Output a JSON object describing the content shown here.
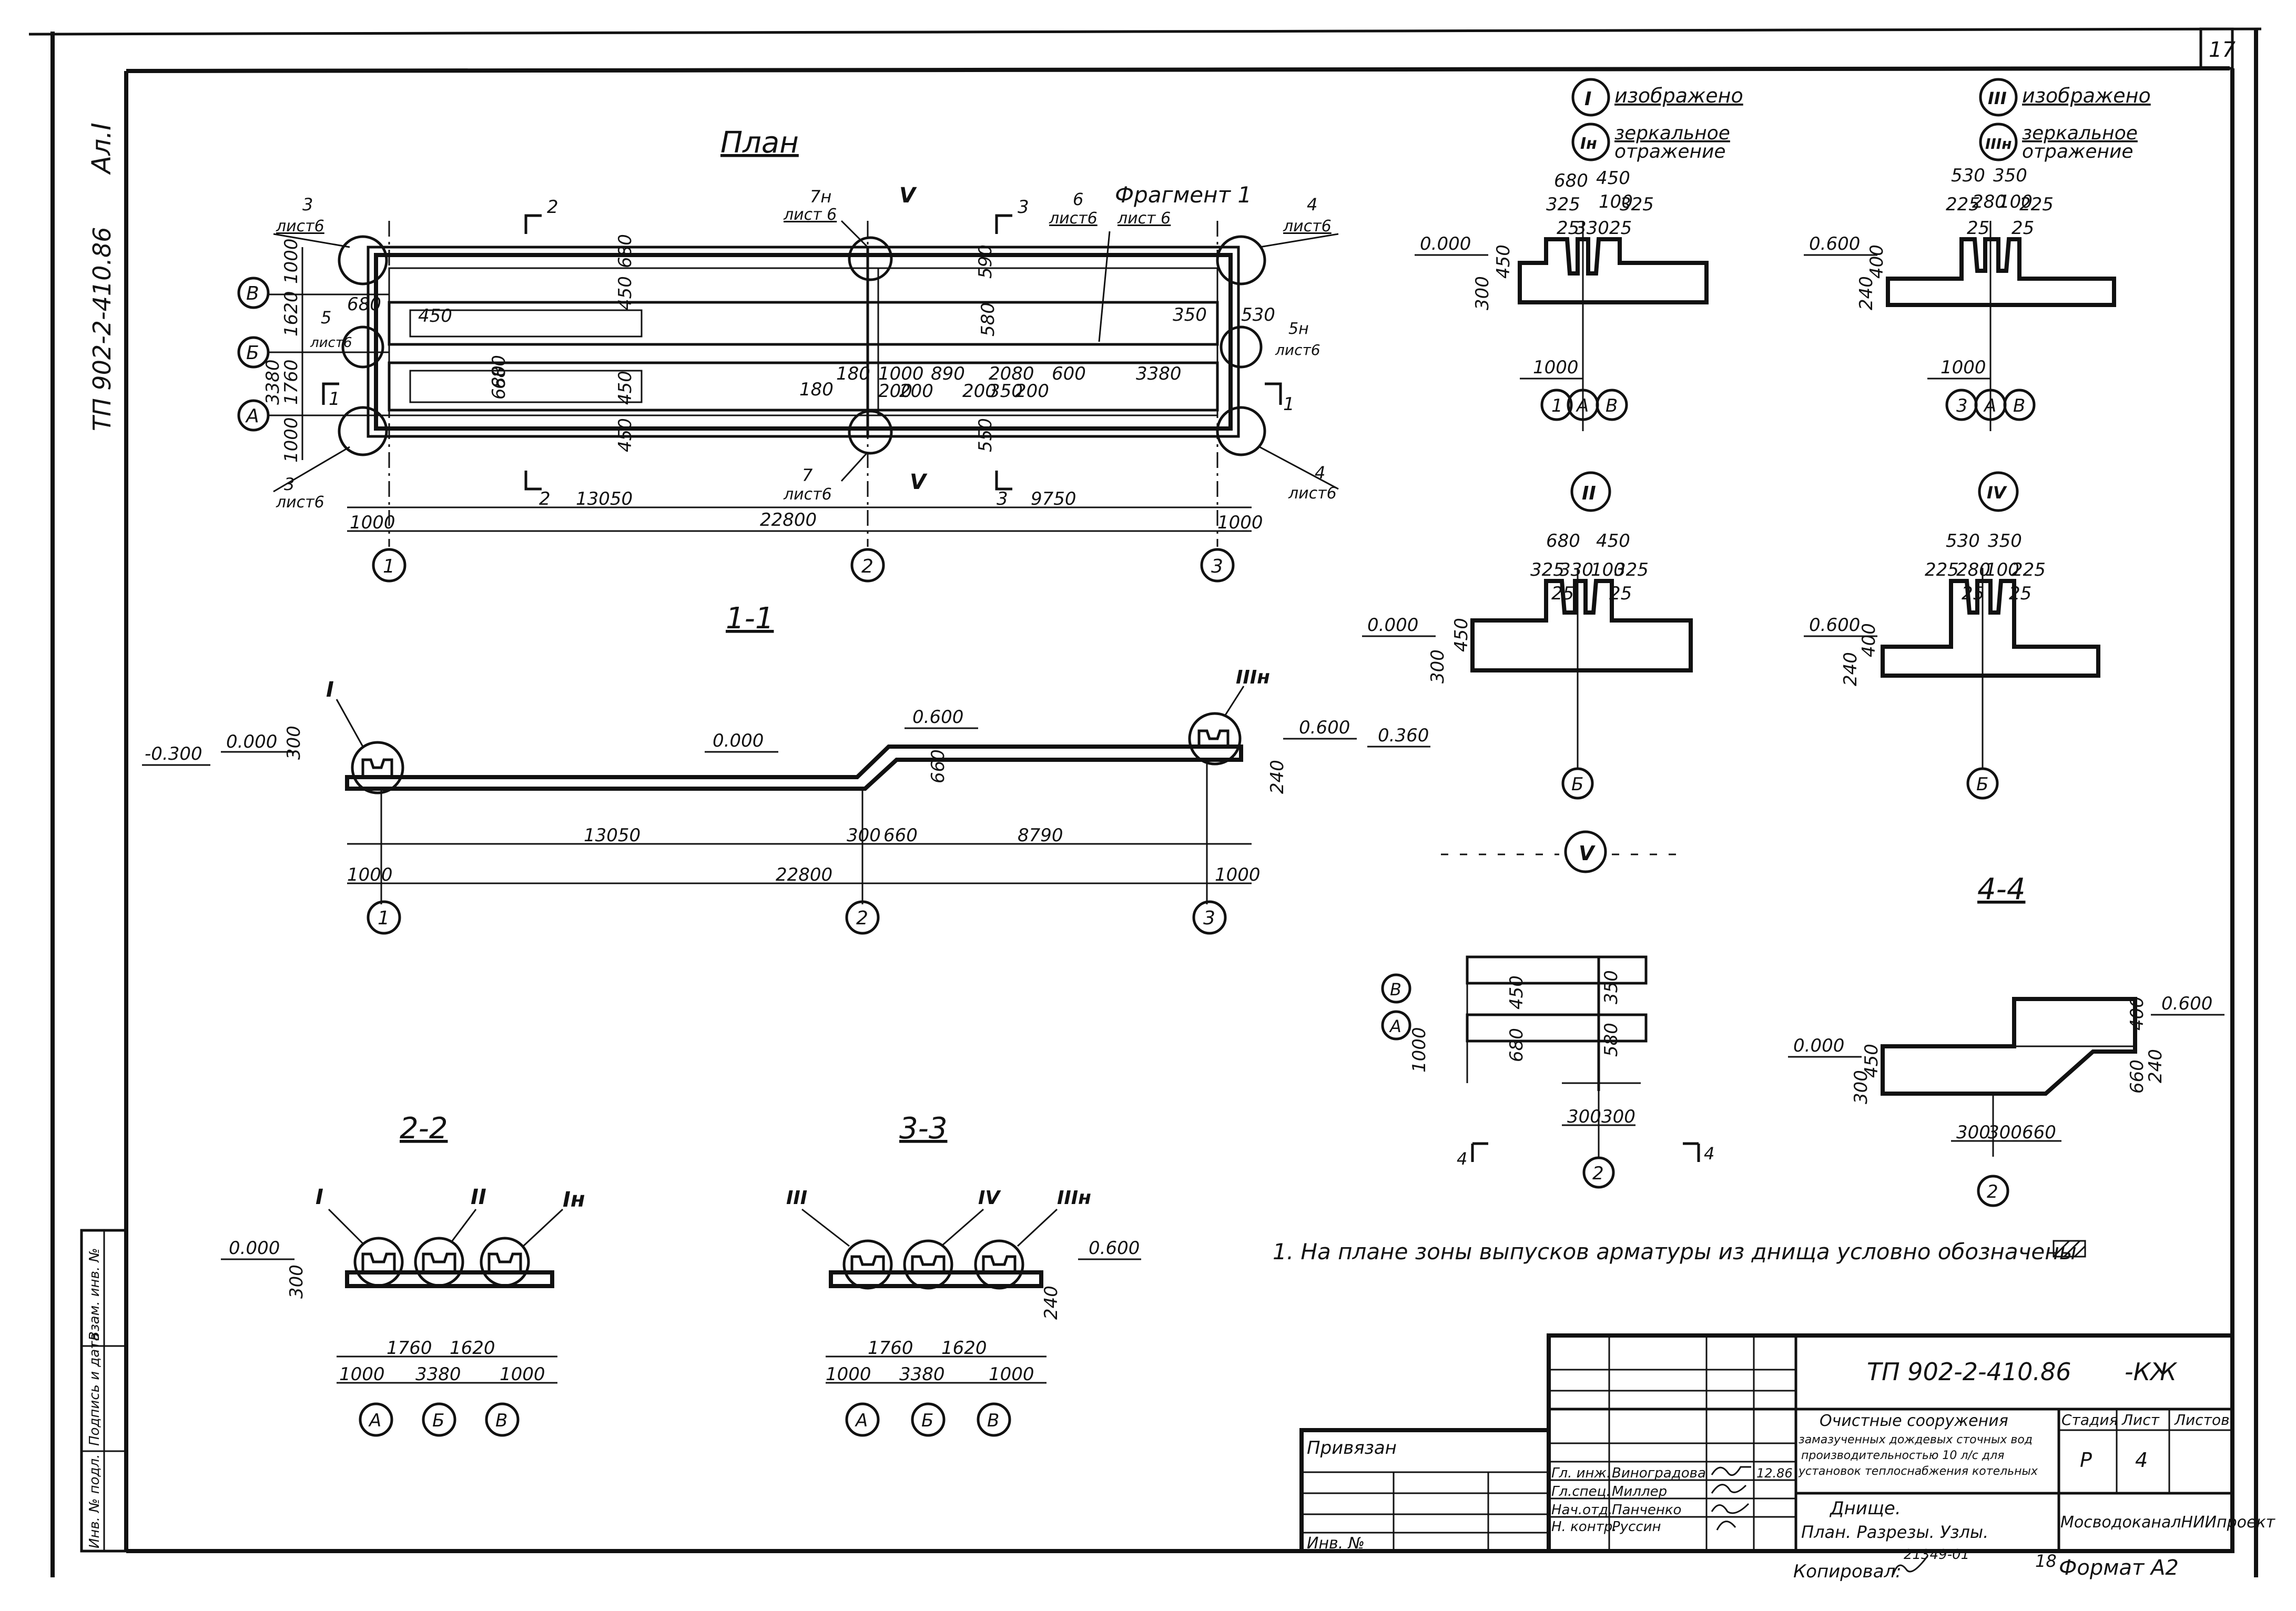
{
  "sheet": {
    "sheet_number": "17",
    "side_code": "ТП 902-2-410.86",
    "side_album": "Ал.I"
  },
  "plan": {
    "title": "План",
    "fragment_label": "Фрагмент 1",
    "fragment_sheet": "лист 6",
    "axes_rows": [
      "В",
      "Б",
      "А"
    ],
    "axes_cols": [
      "1",
      "2",
      "3"
    ],
    "dims_left": [
      "1000",
      "1620",
      "3380",
      "1760",
      "1000"
    ],
    "dims_bottom": [
      "1000",
      "13050",
      "9750",
      "1000",
      "22800"
    ],
    "inner_dims": [
      "680",
      "450",
      "450",
      "680",
      "680",
      "450",
      "1000",
      "890",
      "2080",
      "600",
      "350",
      "530",
      "200",
      "200",
      "200",
      "350",
      "200",
      "3380",
      "590",
      "550",
      "180",
      "180",
      "680",
      "450",
      "580"
    ],
    "callouts": [
      {
        "num": "3",
        "sheet": "лист6"
      },
      {
        "num": "5",
        "sheet": "лист6"
      },
      {
        "num": "3",
        "sheet": "лист6"
      },
      {
        "num": "7н",
        "sheet": "лист 6"
      },
      {
        "num": "7",
        "sheet": "лист6"
      },
      {
        "num": "6",
        "sheet": "лист6"
      },
      {
        "num": "4",
        "sheet": "лист6"
      },
      {
        "num": "5н",
        "sheet": "лист6"
      },
      {
        "num": "4",
        "sheet": "лист6"
      }
    ],
    "section_marks": [
      "2",
      "3",
      "1",
      "2",
      "3",
      "1"
    ],
    "node_marks": [
      "V",
      "V"
    ]
  },
  "section_1_1": {
    "title": "1-1",
    "levels": [
      "-0.300",
      "0.000",
      "0.000",
      "0.600",
      "0.600",
      "0.360"
    ],
    "dims_vert": [
      "300",
      "660",
      "240"
    ],
    "dims_bottom": [
      "13050",
      "300",
      "660",
      "8790",
      "1000",
      "22800",
      "1000"
    ],
    "node_marks": [
      "I",
      "IIIн"
    ],
    "axes": [
      "1",
      "2",
      "3"
    ]
  },
  "section_2_2": {
    "title": "2-2",
    "level": "0.000",
    "dim_vert": "300",
    "node_marks": [
      "I",
      "II",
      "Iн"
    ],
    "dims": [
      "1760",
      "1620",
      "1000",
      "3380",
      "1000"
    ],
    "axes": [
      "А",
      "Б",
      "В"
    ]
  },
  "section_3_3": {
    "title": "3-3",
    "level": "0.600",
    "dim_vert": "240",
    "node_marks": [
      "III",
      "IV",
      "IIIн"
    ],
    "dims": [
      "1760",
      "1620",
      "1000",
      "3380",
      "1000"
    ],
    "axes": [
      "А",
      "Б",
      "В"
    ]
  },
  "node_I": {
    "mark": "I",
    "mark_n": "Iн",
    "text1": "изображено",
    "text2": "зеркальное",
    "text3": "отражение",
    "top_dims": [
      "680",
      "450"
    ],
    "mid_dims": [
      "325",
      "100",
      "325"
    ],
    "small_dims": [
      "25",
      "330",
      "25"
    ],
    "level": "0.000",
    "vert_dims": [
      "450",
      "300"
    ],
    "bottom_dim": "1000",
    "axes": [
      "1",
      "А",
      "В"
    ]
  },
  "node_III": {
    "mark": "III",
    "mark_n": "IIIн",
    "text1": "изображено",
    "text2": "зеркальное",
    "text3": "отражение",
    "top_dims": [
      "530",
      "350"
    ],
    "mid_dims": [
      "225",
      "280",
      "100",
      "225"
    ],
    "small_dims": [
      "25",
      "25"
    ],
    "level": "0.600",
    "vert_dims": [
      "400",
      "240"
    ],
    "bottom_dim": "1000",
    "axes": [
      "3",
      "А",
      "В"
    ]
  },
  "node_II": {
    "mark": "II",
    "top_dims": [
      "680",
      "450"
    ],
    "mid_dims": [
      "325",
      "330",
      "100",
      "325"
    ],
    "small_dims": [
      "25",
      "25"
    ],
    "level": "0.000",
    "vert_dims": [
      "450",
      "300"
    ],
    "axis": "Б"
  },
  "node_IV": {
    "mark": "IV",
    "top_dims": [
      "530",
      "350"
    ],
    "mid_dims": [
      "225",
      "280",
      "100",
      "225"
    ],
    "small_dims": [
      "25",
      "25"
    ],
    "level": "0.600",
    "vert_dims": [
      "400",
      "240"
    ],
    "axis": "Б"
  },
  "node_V": {
    "mark": "V",
    "axes": [
      "В",
      "А"
    ],
    "dims_vert": [
      "450",
      "680",
      "1000",
      "350",
      "580"
    ],
    "dims_bottom": [
      "300",
      "300"
    ],
    "section_marks": [
      "4",
      "4"
    ],
    "axis_bottom": "2"
  },
  "section_4_4": {
    "title": "4-4",
    "levels": [
      "0.000",
      "0.600"
    ],
    "dims_vert": [
      "450",
      "300",
      "400",
      "660",
      "240"
    ],
    "dims_bottom": [
      "300",
      "300",
      "660"
    ],
    "axis": "2"
  },
  "note": "1. На плане зоны выпусков арматуры из днища условно обозначены",
  "title_block": {
    "code": "ТП 902-2-410.86",
    "mark": "-КЖ",
    "privyazan": "Привязан",
    "inv": "Инв. №",
    "roles": [
      "Гл. инж.",
      "Гл.спец.",
      "Нач.отд.",
      "Н. контр."
    ],
    "names": [
      "Виноградова",
      "Миллер",
      "Панченко",
      "Руссин"
    ],
    "date": "12.86",
    "object_lines": [
      "Очистные сооружения",
      "замазученных дождевых сточных вод",
      "производительностью 10 л/с для",
      "установок теплоснабжения котельных"
    ],
    "sheet_title_lines": [
      "Днище.",
      "План. Разрезы. Узлы."
    ],
    "col_headers": [
      "Стадия",
      "Лист",
      "Листов"
    ],
    "col_values": [
      "Р",
      "4",
      ""
    ],
    "org": "МосводоканалНИИпроект",
    "copied": "Копировал:",
    "order": "21349-01",
    "page": "18",
    "format": "Формат А2"
  },
  "left_strip": [
    "Инв. № подл.",
    "Подпись и дата",
    "Взам. инв. №"
  ]
}
